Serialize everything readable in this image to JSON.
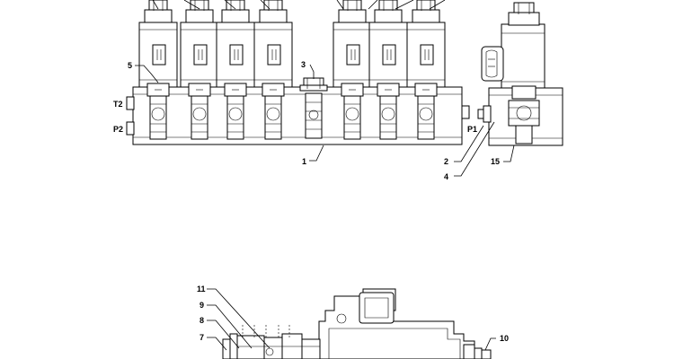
{
  "callouts": {
    "c1": "1",
    "c2": "2",
    "c3": "3",
    "c4": "4",
    "c5": "5",
    "c7": "7",
    "c8": "8",
    "c9": "9",
    "c10": "10",
    "c11": "11",
    "c15": "15"
  },
  "ports": {
    "t2": "T2",
    "p2": "P2",
    "p1": "P1"
  },
  "icons": {
    "top_view": "solenoid-valve-manifold-front-icon",
    "side_view": "solenoid-valve-manifold-side-icon",
    "bottom_view": "valve-section-detail-icon"
  },
  "colors": {
    "line": "#000000",
    "background": "#ffffff"
  }
}
